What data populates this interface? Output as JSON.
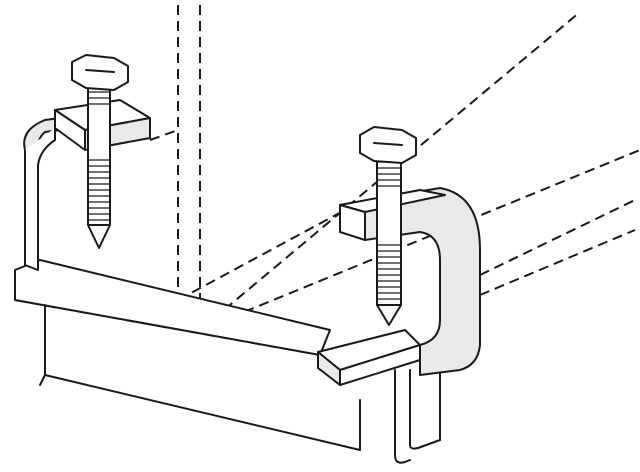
{
  "illustration": {
    "subject": "beam-clamp-installation",
    "clamps": [
      {
        "id": "left-clamp"
      },
      {
        "id": "right-clamp"
      }
    ],
    "colors": {
      "line": "#1a1a1a",
      "background": "#ffffff",
      "shade": "#e9e9e9"
    }
  }
}
